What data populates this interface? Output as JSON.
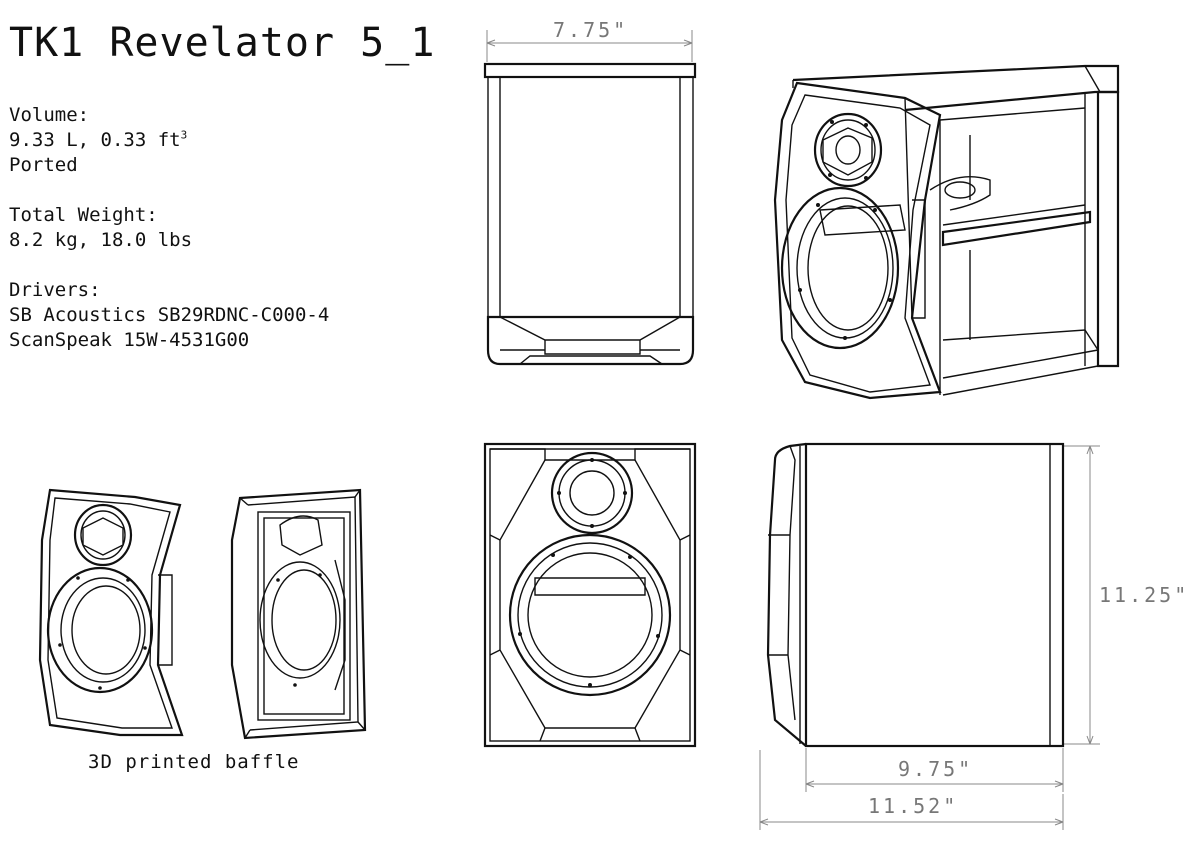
{
  "title": "TK1 Revelator 5_1",
  "specs": {
    "volume_label": "Volume:",
    "volume_value": "9.33 L, 0.33 ft",
    "volume_unit_exponent": "3",
    "enclosure_type": "Ported",
    "weight_label": "Total Weight:",
    "weight_value": "8.2 kg, 18.0 lbs",
    "drivers_label": "Drivers:",
    "drivers": [
      "SB Acoustics SB29RDNC-C000-4",
      "ScanSpeak 15W-4531G00"
    ]
  },
  "caption": "3D printed baffle",
  "dimensions": {
    "top_width": "7.75\"",
    "height": "11.25\"",
    "depth_inner": "9.75\"",
    "depth_total": "11.52\""
  }
}
